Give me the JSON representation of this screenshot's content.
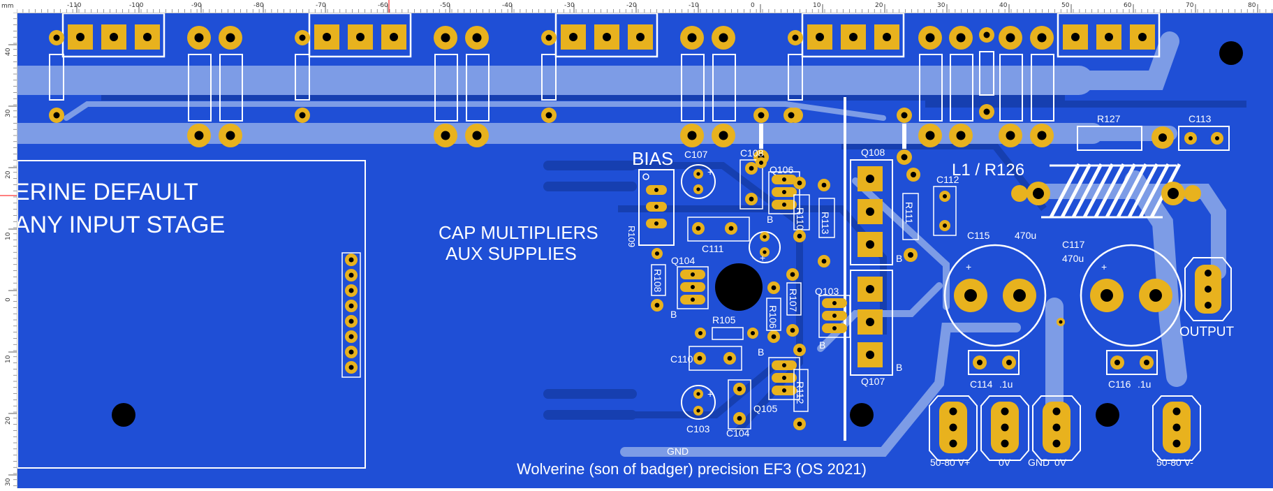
{
  "ruler": {
    "unit": "mm",
    "top_ticks": [
      "-110",
      "-100",
      "-90",
      "-80",
      "-70",
      "-60",
      "-50",
      "-40",
      "-30",
      "-20",
      "-10",
      "0",
      "10",
      "20",
      "30",
      "40",
      "50",
      "60",
      "70",
      "80"
    ],
    "left_ticks": [
      "40",
      "30",
      "20",
      "10",
      "0",
      "10",
      "20",
      "30"
    ]
  },
  "colors": {
    "board": "#1f4fd6",
    "trace": "#7d9ce6",
    "copper_dark": "#163fb0",
    "pad": "#e8b21e",
    "hole": "#000000",
    "silk": "#ffffff"
  },
  "board": {
    "headings": {
      "default_line1": "ERINE DEFAULT",
      "default_line2": "ANY INPUT STAGE",
      "cap_line1": "CAP MULTIPLIERS",
      "cap_line2": "AUX SUPPLIES",
      "bias": "BIAS",
      "l1": "L1 / R126",
      "output": "OUTPUT",
      "footer": "Wolverine (son of badger) precision EF3 (OS 2021)",
      "gnd_trace": "GND"
    },
    "bottom_labels": [
      "50-80 V+",
      "0V",
      "GND",
      "0V",
      "50-80 V-"
    ],
    "refs": {
      "c107": "C107",
      "c108": "C108",
      "q106": "Q106",
      "r109": "R109",
      "r110": "R110",
      "c111": "C111",
      "r113": "R113",
      "q108": "Q108",
      "r111": "R111",
      "c112": "C112",
      "r127": "R127",
      "c113": "C113",
      "c115": "C115",
      "c115v": "470u",
      "c117": "C117",
      "c117v": "470u",
      "q104": "Q104",
      "r108": "R108",
      "r105": "R105",
      "r106": "R106",
      "r107": "R107",
      "q103": "Q103",
      "c110": "C110",
      "q105": "Q105",
      "r112": "R112",
      "c103": "C103",
      "c104": "C104",
      "q107": "Q107",
      "c114": "C114",
      "c114v": ".1u",
      "c116": "C116",
      "c116v": ".1u",
      "b": "B",
      "plus": "+"
    }
  }
}
